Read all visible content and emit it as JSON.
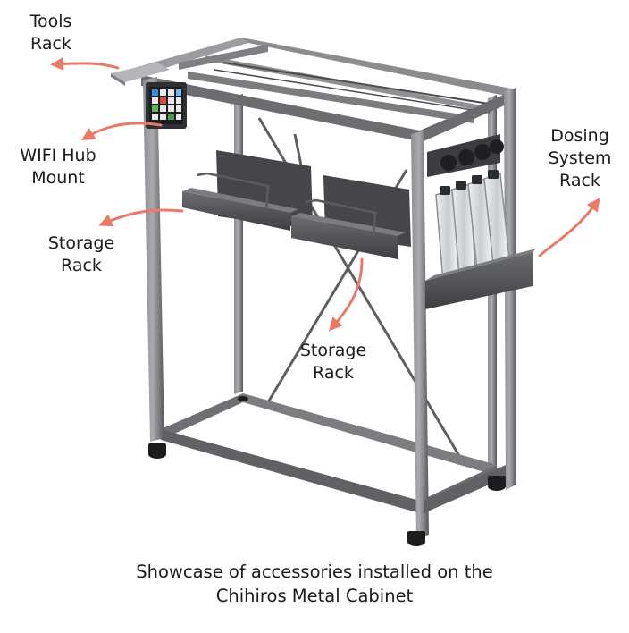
{
  "labels": {
    "tools_rack": [
      "Tools",
      "Rack"
    ],
    "wifi_hub_mount": [
      "WIFI Hub",
      "Mount"
    ],
    "storage_rack_left": [
      "Storage",
      "Rack"
    ],
    "storage_rack_center": [
      "Storage",
      "Rack"
    ],
    "dosing_system_rack": [
      "Dosing",
      "System",
      "Rack"
    ]
  },
  "caption": {
    "line1": "Showcase of accessories installed on the",
    "line2": "Chihiros Metal Cabinet"
  },
  "colors": {
    "arrow": "#e97a68",
    "frame": "#6b6d70",
    "frame_dark": "#3f4144",
    "frame_light": "#9a9c9f",
    "shelf": "#505255",
    "bottle": "#d9dcdf"
  },
  "icons": [
    "arrow-icon",
    "wifi-hub-device-icon"
  ]
}
